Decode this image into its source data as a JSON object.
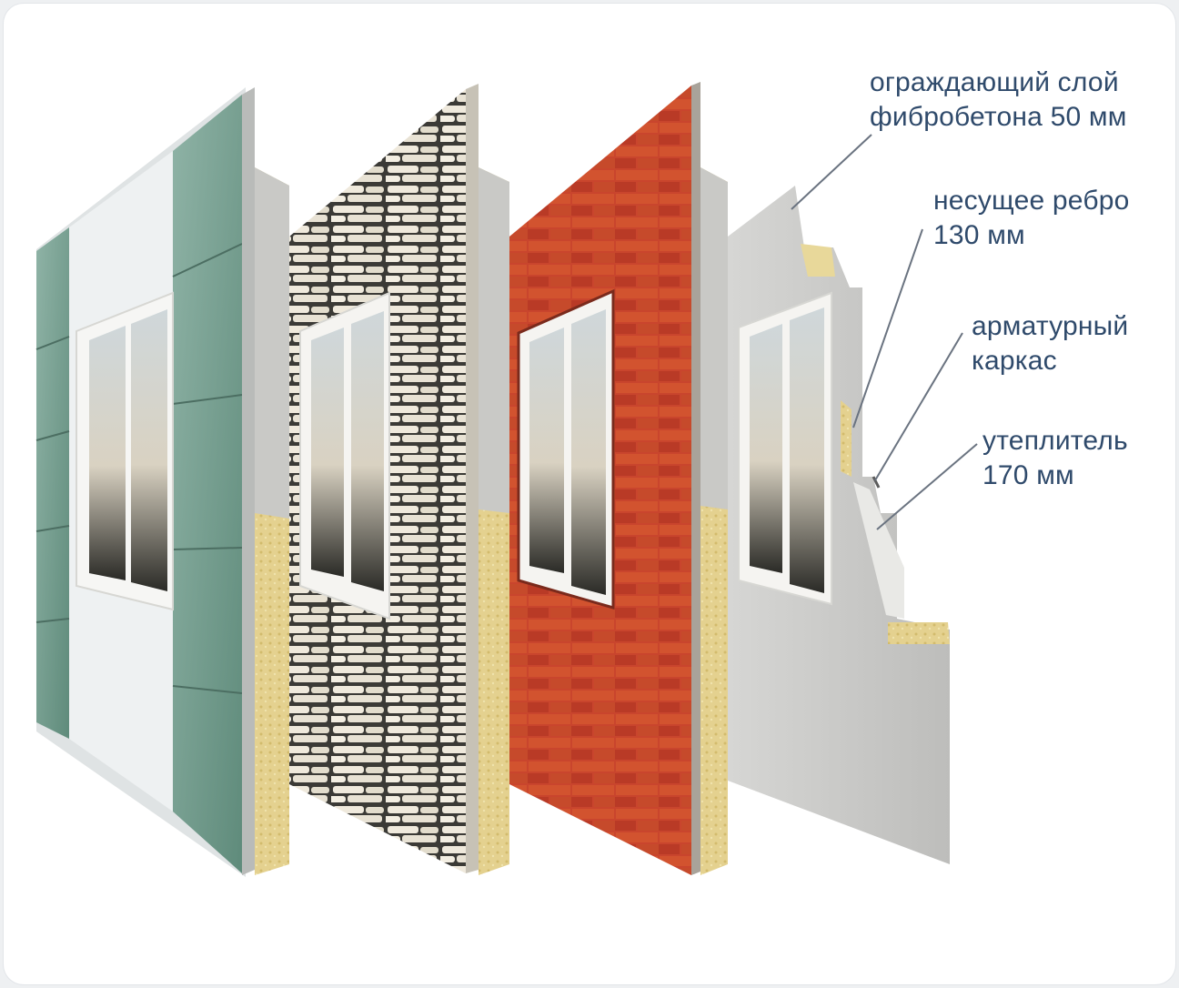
{
  "callouts": [
    {
      "id": "fibreconcrete-layer",
      "lines": [
        "ограждающий слой",
        "фибробетона 50 мм"
      ]
    },
    {
      "id": "bearing-rib",
      "lines": [
        "несущее ребро",
        "130 мм"
      ]
    },
    {
      "id": "rebar-frame",
      "lines": [
        "арматурный",
        "каркас"
      ]
    },
    {
      "id": "insulation",
      "lines": [
        "утеплитель",
        "170 мм"
      ]
    }
  ],
  "panels": [
    {
      "id": "composite-panel",
      "finish": "green and white facade cassettes"
    },
    {
      "id": "stone-panel",
      "finish": "white stacked stone"
    },
    {
      "id": "brick-panel",
      "finish": "red clinker brick"
    },
    {
      "id": "cutaway-panel",
      "finish": "grey fibre concrete cross-section"
    }
  ],
  "colors": {
    "label_text": "#2f4a6b",
    "leader_line": "#6a7380",
    "insulation": "#e3cf8a",
    "green_cassette": "#6f9a8a",
    "brick": "#c8442c",
    "stone": "#ece6d8",
    "concrete": "#cdcdcd"
  }
}
